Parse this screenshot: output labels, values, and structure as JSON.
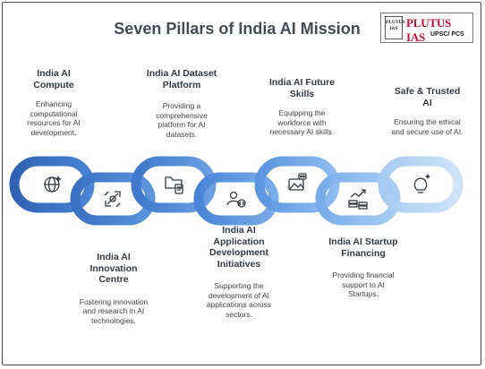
{
  "title": "Seven Pillars of India AI Mission",
  "logo": {
    "seal_top": "PLUTUS",
    "seal_bottom": "IAS",
    "name": "PLUTUS IAS",
    "sub": "UPSC/ PCS"
  },
  "pillars": [
    {
      "title": "India AI\nCompute",
      "desc": "Enhancing\ncomputational\nresources for AI\ndevelopment.",
      "icon": "globe-sparkle-icon"
    },
    {
      "title": "India AI\nInnovation\nCentre",
      "desc": "Fostering innovation\nand research in AI\ntechnologies.",
      "icon": "rocket-icon"
    },
    {
      "title": "India AI Dataset\nPlatform",
      "desc": "Providing a\ncomprehensive\nplatform for AI\ndatasets.",
      "icon": "dataset-folder-icon"
    },
    {
      "title": "India AI\nApplication\nDevelopment\nInitiatives",
      "desc": "Supporting the\ndevelopment of AI\napplications across\nsectors.",
      "icon": "user-code-icon"
    },
    {
      "title": "India AI Future\nSkills",
      "desc": "Equipping the\nworkforce with\nnecessary AI skills.",
      "icon": "image-bot-icon"
    },
    {
      "title": "India AI Startup\nFinancing",
      "desc": "Providing financial\nsupport to AI\nStartups.",
      "icon": "growth-money-icon"
    },
    {
      "title": "Safe & Trusted\nAI",
      "desc": "Ensuring the ethical\nand secure use of AI.",
      "icon": "lightbulb-sparkle-icon"
    }
  ],
  "colors": {
    "link_dark": "#3a6fc0",
    "link_mid": "#5b93d9",
    "link_light": "#9cc4ee",
    "link_palest": "#c2dcf5",
    "text": "#333a44"
  }
}
